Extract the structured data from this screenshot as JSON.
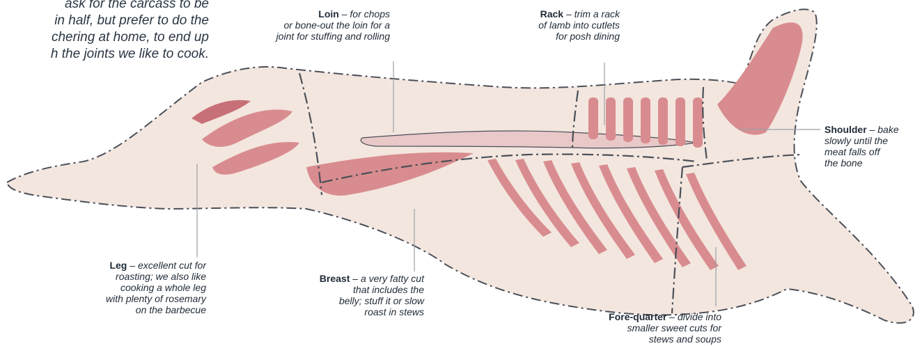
{
  "intro": {
    "lines": [
      "ask for the carcass to be",
      "in half, but prefer to do the",
      "chering at home, to end up",
      "h the joints we like to cook."
    ]
  },
  "labels": {
    "loin": {
      "name": "Loin",
      "sep": " – ",
      "lines": [
        "for chops",
        "or bone-out the loin for a",
        "joint for stuffing and rolling"
      ]
    },
    "rack": {
      "name": "Rack",
      "sep": " – ",
      "lines": [
        "trim a rack",
        "of lamb into cutlets",
        "for posh dining"
      ]
    },
    "shoulder": {
      "name": "Shoulder",
      "sep": " – ",
      "lines": [
        "bake",
        "slowly until the",
        "meat falls off",
        "the bone"
      ]
    },
    "leg": {
      "name": "Leg",
      "sep": " – ",
      "lines": [
        "excellent cut for",
        "roasting; we also like",
        "cooking a whole leg",
        "with plenty of rosemary",
        "on the barbecue"
      ]
    },
    "breast": {
      "name": "Breast",
      "sep": " – ",
      "lines": [
        "a very fatty cut",
        "that includes the",
        "belly; stuff it or slow",
        "roast in stews"
      ]
    },
    "forequarter": {
      "name": "Fore-quarter",
      "sep": " – ",
      "lines": [
        "divide into",
        "smaller sweet cuts for",
        "stews and soups"
      ]
    }
  },
  "colors": {
    "fat": "#f3e6df",
    "meat": "#d98c8f",
    "meat_dark": "#c87077",
    "outline": "#4a4f57",
    "leader": "#9aa0a6"
  }
}
